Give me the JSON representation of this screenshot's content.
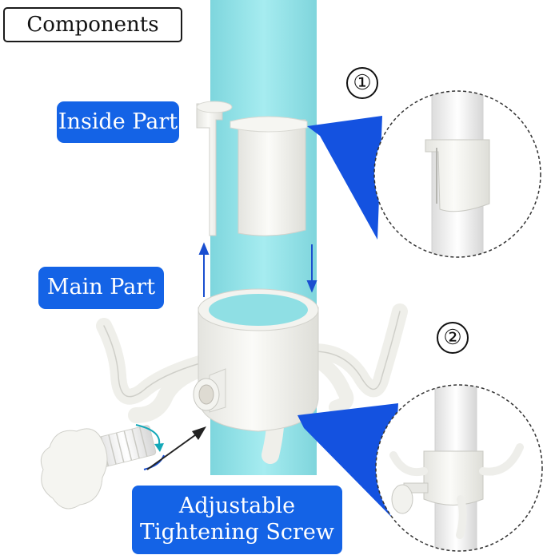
{
  "title": "Components",
  "labels": {
    "inside_part": "Inside Part",
    "main_part": "Main Part",
    "screw_line1": "Adjustable",
    "screw_line2": "Tightening Screw"
  },
  "step_markers": [
    "①",
    "②"
  ],
  "colors": {
    "label_blue": "#1463e6",
    "pole_cyan": "#8fe0e6",
    "arrow_blue": "#1a4fd0",
    "part_white": "#f7f7f3"
  }
}
